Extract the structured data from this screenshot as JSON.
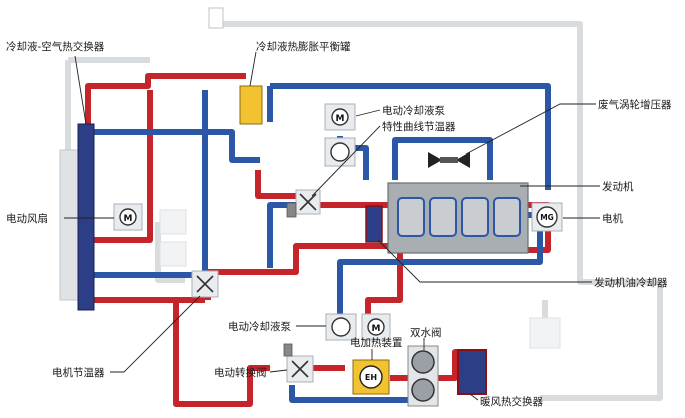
{
  "labels": {
    "radiator": "冷却液-空气热交换器",
    "expansion_tank": "冷却液热膨胀平衡罐",
    "pump_top": "电动冷却液泵",
    "char_thermostat": "特性曲线节温器",
    "turbo": "废气涡轮增压器",
    "engine": "发动机",
    "motor": "电机",
    "fan": "电动风扇",
    "oil_cooler": "发动机油冷却器",
    "pump_bottom": "电动冷却液泵",
    "motor_thermostat": "电机节温器",
    "heater": "电加热装置",
    "double_valve": "双水阀",
    "switch_valve": "电动转换阀",
    "heater_core": "暖风热交换器"
  },
  "symbols": {
    "pump_motor": "M",
    "generator": "MG",
    "electric_heater": "EH"
  },
  "colors": {
    "hot": "#c4242a",
    "cold": "#2c56a6",
    "inactive": "#d9dcdf",
    "tank_fill": "#f2c230",
    "heater_fill": "#f2c230",
    "engine_block": "#a9aeb3",
    "cylinder": "#c9cdd1"
  }
}
